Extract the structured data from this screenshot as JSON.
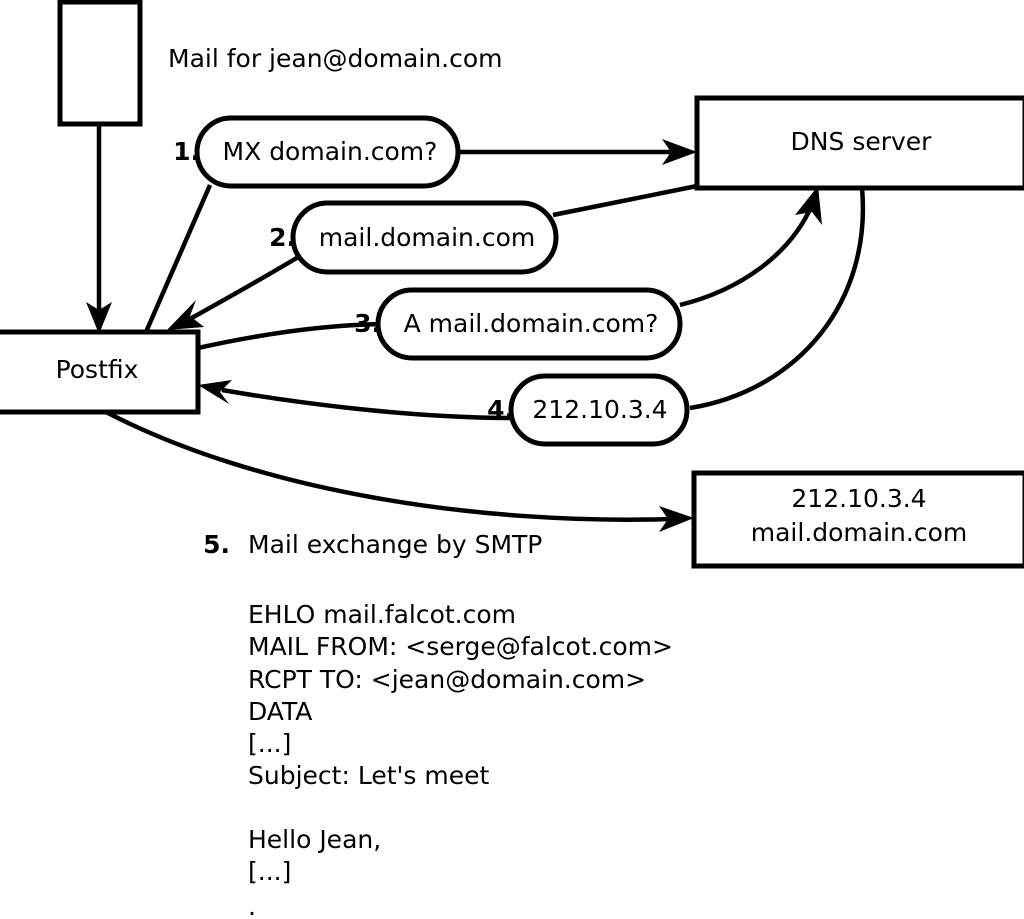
{
  "diagram": {
    "title_label": "Mail for jean@domain.com",
    "nodes": [
      {
        "id": "sender-client",
        "label": ""
      },
      {
        "id": "postfix",
        "label": "Postfix"
      },
      {
        "id": "dns-server",
        "label": "DNS server"
      },
      {
        "id": "remote-mx",
        "label_line1": "212.10.3.4",
        "label_line2": "mail.domain.com"
      }
    ],
    "steps": [
      {
        "number": "1.",
        "message": "MX domain.com?"
      },
      {
        "number": "2.",
        "message": "mail.domain.com"
      },
      {
        "number": "3.",
        "message": "A mail.domain.com?"
      },
      {
        "number": "4.",
        "message": "212.10.3.4"
      }
    ],
    "step5": {
      "number": "5.",
      "label": "Mail exchange by SMTP"
    },
    "smtp_transcript": [
      "EHLO mail.falcot.com",
      "MAIL FROM: <serge@falcot.com>",
      "RCPT TO: <jean@domain.com>",
      "DATA",
      "[...]",
      "Subject: Let's meet",
      "",
      "Hello Jean,",
      "[...]",
      "."
    ],
    "colors": {
      "stroke": "#000000",
      "fill": "#ffffff",
      "text": "#000000"
    }
  }
}
